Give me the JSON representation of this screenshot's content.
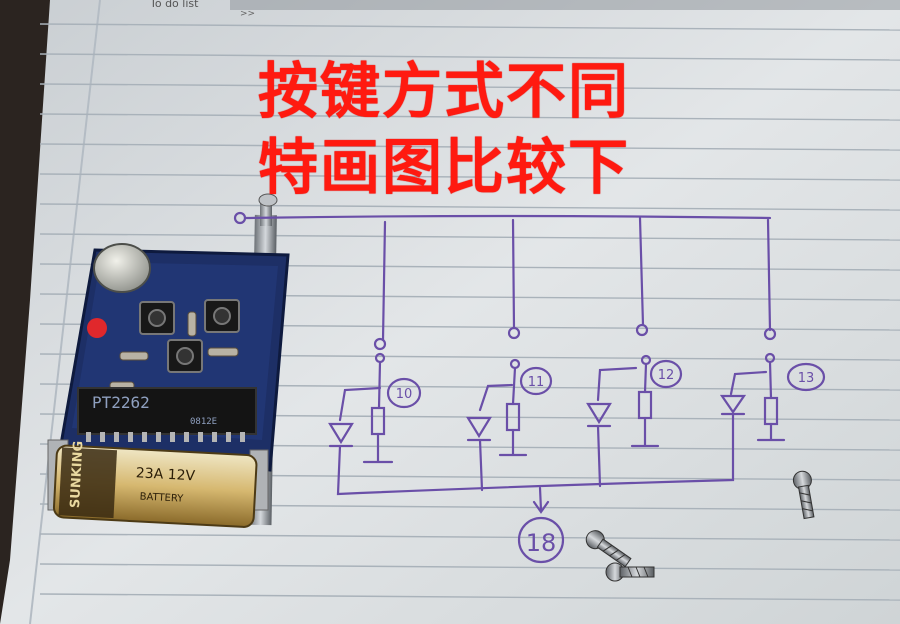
{
  "caption": {
    "line_1": "按键方式不同",
    "line_2": "特画图比较下"
  },
  "notebook": {
    "header_text": "To do list"
  },
  "remote_board": {
    "chip_label": "PT2262",
    "chip_code": "0812E"
  },
  "battery": {
    "brand": "SUNKING",
    "type": "23A 12V",
    "word": "BATTERY"
  },
  "schematic": {
    "pin_labels": [
      "10",
      "11",
      "12",
      "13"
    ],
    "common_pin_label": "18"
  },
  "colors": {
    "paper": "#dfe3e6",
    "ink": "#6a4fa8",
    "caption_red": "#ff1a10",
    "board_blue": "#1d2f66"
  }
}
